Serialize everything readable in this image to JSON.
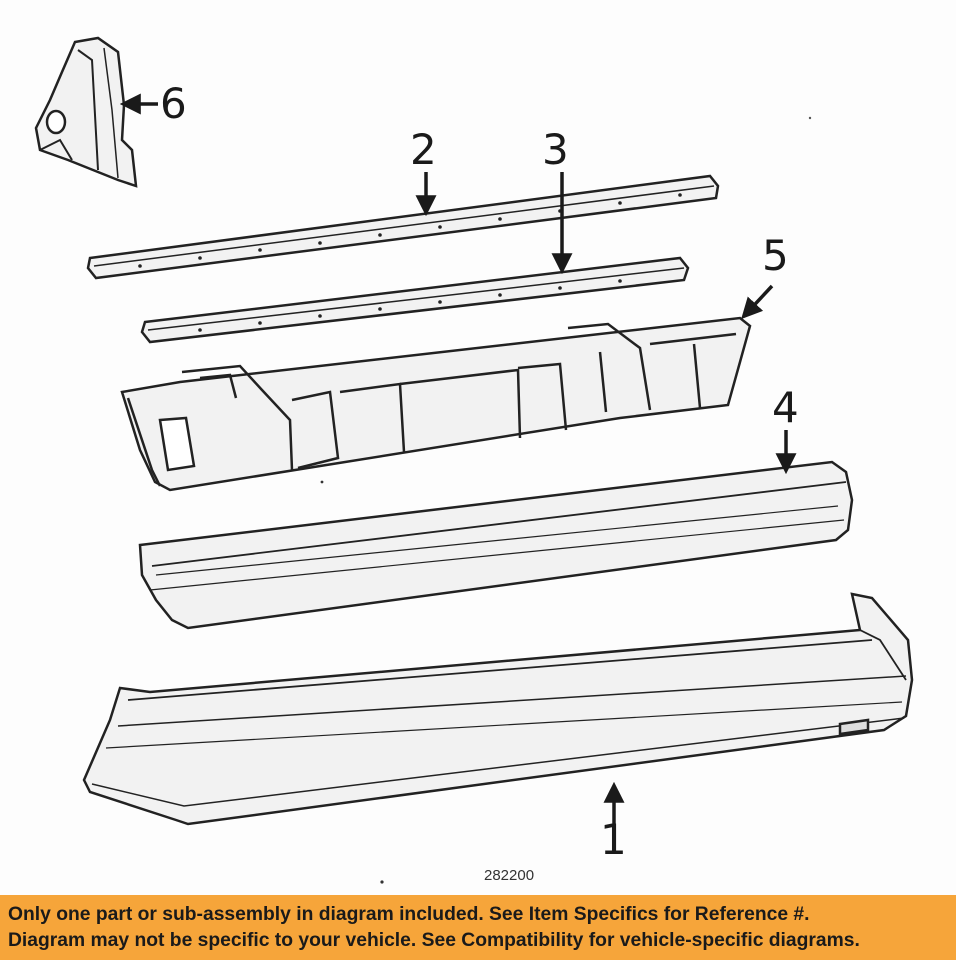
{
  "diagram": {
    "callouts": {
      "c1": "1",
      "c2": "2",
      "c3": "3",
      "c4": "4",
      "c5": "5",
      "c6": "6"
    },
    "reference_number": "282200"
  },
  "banner": {
    "line1": "Only one part or sub-assembly in diagram included. See Item Specifics for Reference #.",
    "line2": "Diagram may not be specific to your vehicle. See Compatibility for vehicle-specific diagrams.",
    "background_color": "#f6a53a"
  }
}
